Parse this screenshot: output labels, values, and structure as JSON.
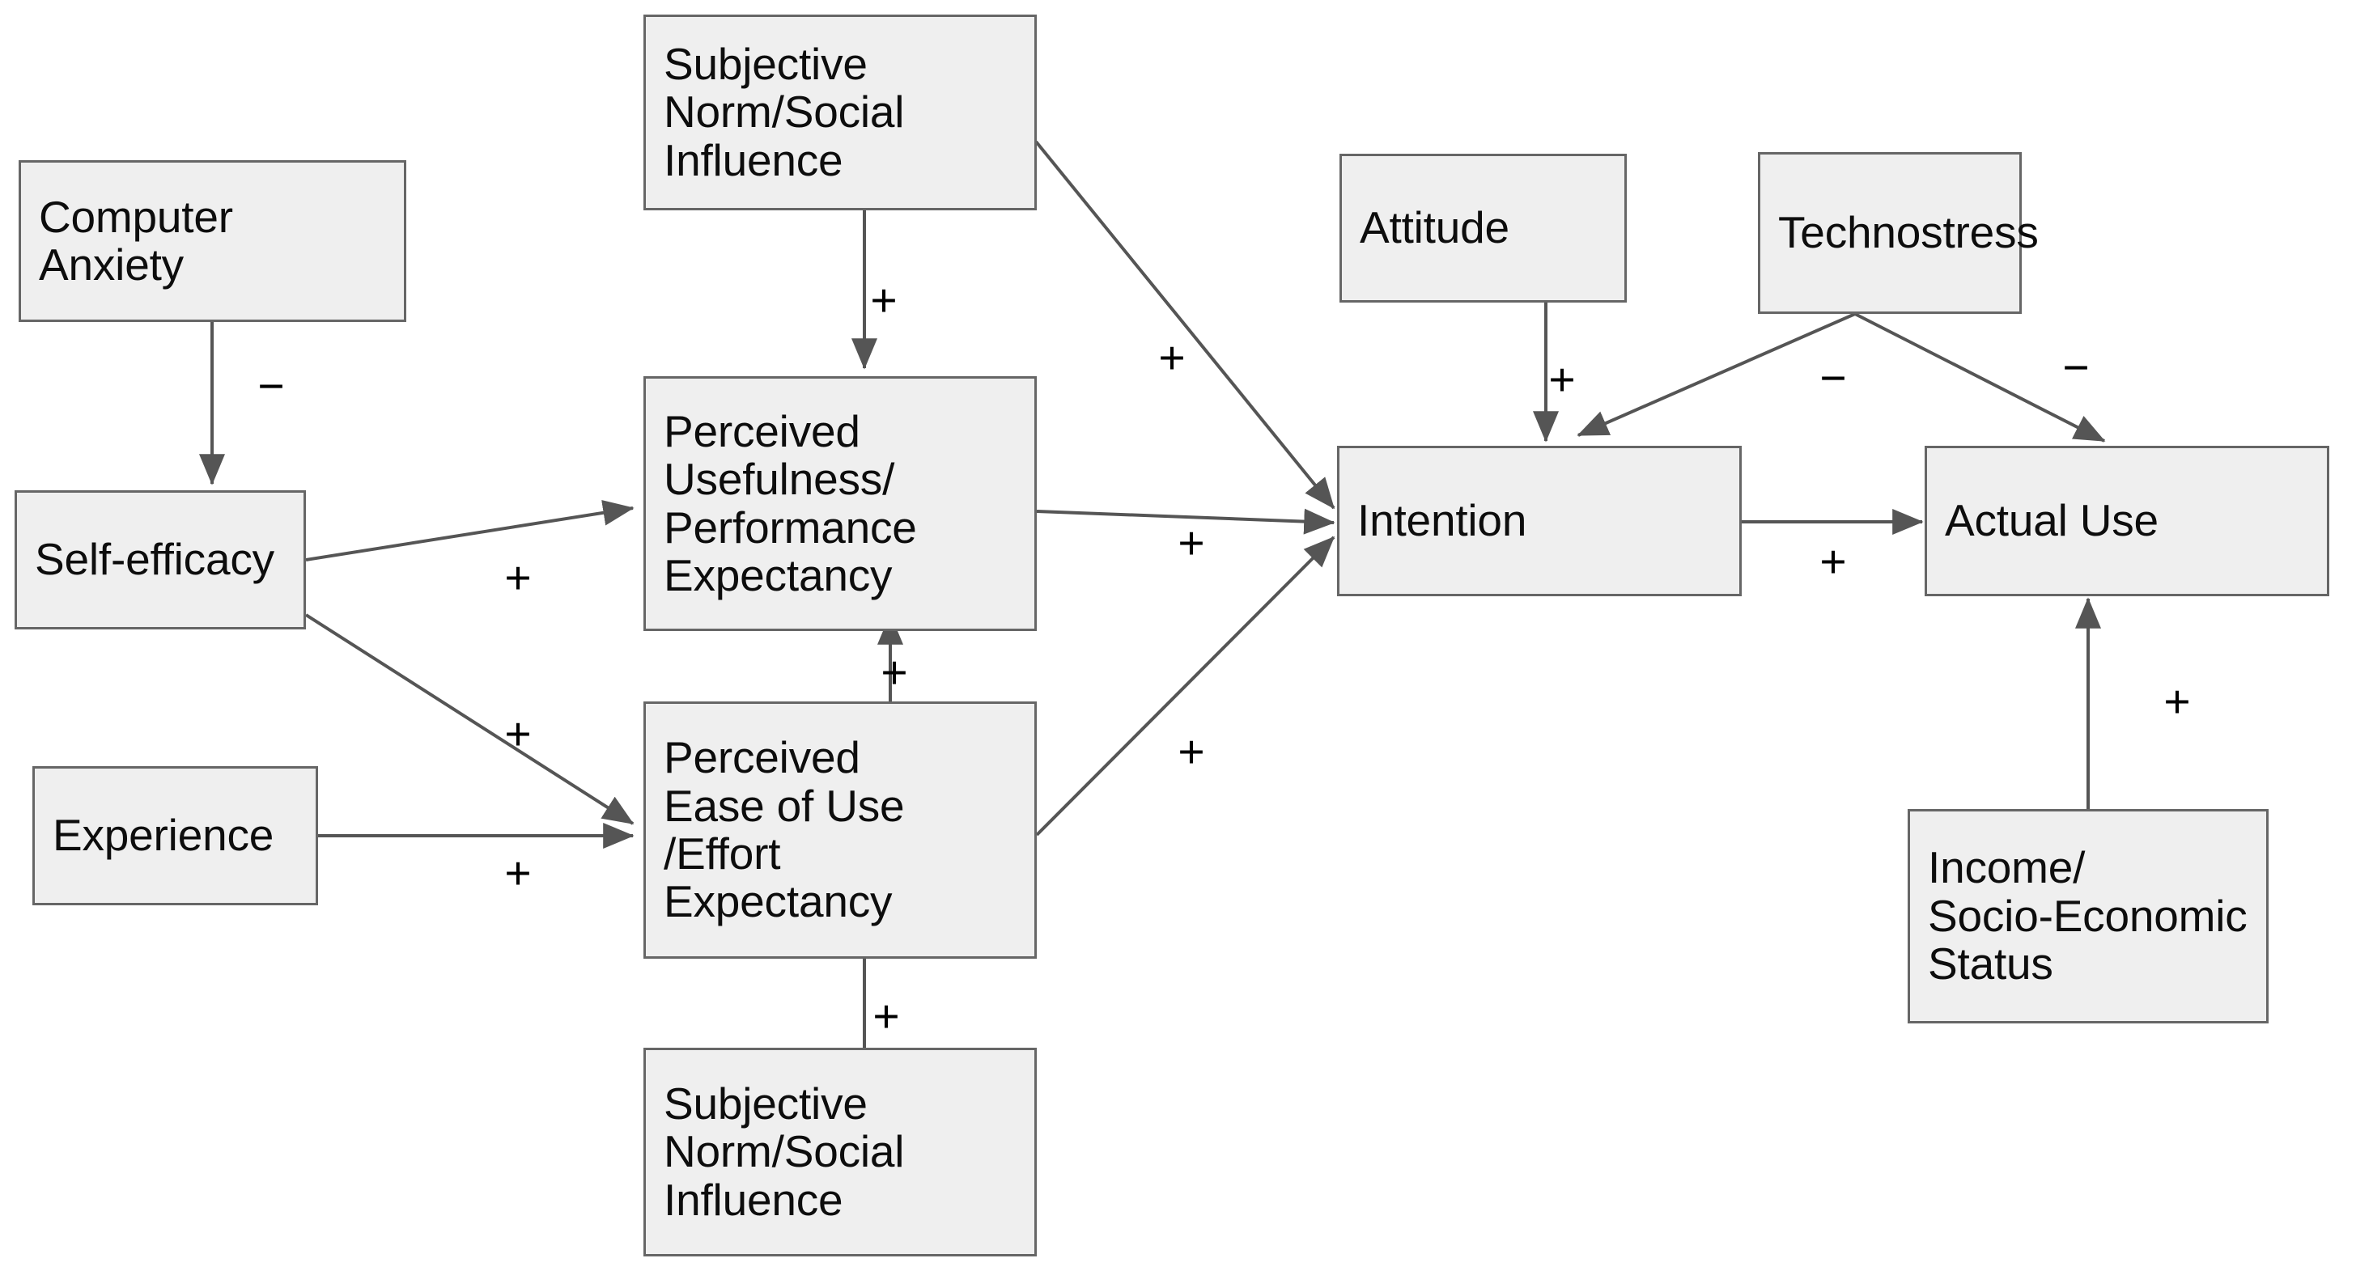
{
  "diagram": {
    "title": "Technology acceptance conceptual model",
    "colors": {
      "node_fill": "#efefef",
      "node_border": "#666666",
      "edge_stroke": "#555555",
      "text": "#0d0d0d",
      "background": "#ffffff"
    },
    "nodes": [
      {
        "id": "computer-anxiety",
        "label": "Computer\nAnxiety"
      },
      {
        "id": "self-efficacy",
        "label": "Self-efficacy"
      },
      {
        "id": "experience",
        "label": "Experience"
      },
      {
        "id": "subjective-norm-top",
        "label": "Subjective\nNorm/Social\nInfluence"
      },
      {
        "id": "perceived-usefulness",
        "label": "Perceived\nUsefulness/\nPerformance\nExpectancy"
      },
      {
        "id": "perceived-ease-of-use",
        "label": "Perceived\nEase of Use\n/Effort\nExpectancy"
      },
      {
        "id": "subjective-norm-bottom",
        "label": "Subjective\nNorm/Social\nInfluence"
      },
      {
        "id": "attitude",
        "label": "Attitude"
      },
      {
        "id": "technostress",
        "label": "Technostress"
      },
      {
        "id": "intention",
        "label": "Intention"
      },
      {
        "id": "actual-use",
        "label": "Actual Use"
      },
      {
        "id": "income-ses",
        "label": "Income/\nSocio-Economic\nStatus"
      }
    ],
    "edges": [
      {
        "id": "anxiety-to-selfefficacy",
        "from": "computer-anxiety",
        "to": "self-efficacy",
        "sign": "−"
      },
      {
        "id": "selfefficacy-to-pu",
        "from": "self-efficacy",
        "to": "perceived-usefulness",
        "sign": "+"
      },
      {
        "id": "selfefficacy-to-peou",
        "from": "self-efficacy",
        "to": "perceived-ease-of-use",
        "sign": "+"
      },
      {
        "id": "experience-to-peou",
        "from": "experience",
        "to": "perceived-ease-of-use",
        "sign": "+"
      },
      {
        "id": "sntop-to-pu",
        "from": "subjective-norm-top",
        "to": "perceived-usefulness",
        "sign": "+"
      },
      {
        "id": "sntop-to-intention",
        "from": "subjective-norm-top",
        "to": "intention",
        "sign": "+"
      },
      {
        "id": "snbottom-to-peou",
        "from": "subjective-norm-bottom",
        "to": "perceived-ease-of-use",
        "sign": "+"
      },
      {
        "id": "peou-to-pu",
        "from": "perceived-ease-of-use",
        "to": "perceived-usefulness",
        "sign": "+"
      },
      {
        "id": "pu-to-intention",
        "from": "perceived-usefulness",
        "to": "intention",
        "sign": "+"
      },
      {
        "id": "peou-to-intention",
        "from": "perceived-ease-of-use",
        "to": "intention",
        "sign": "+"
      },
      {
        "id": "attitude-to-intention",
        "from": "attitude",
        "to": "intention",
        "sign": "+"
      },
      {
        "id": "technostress-to-intention",
        "from": "technostress",
        "to": "intention",
        "sign": "−"
      },
      {
        "id": "technostress-to-actualuse",
        "from": "technostress",
        "to": "actual-use",
        "sign": "−"
      },
      {
        "id": "intention-to-actualuse",
        "from": "intention",
        "to": "actual-use",
        "sign": "+"
      },
      {
        "id": "income-to-actualuse",
        "from": "income-ses",
        "to": "actual-use",
        "sign": "+"
      }
    ]
  }
}
